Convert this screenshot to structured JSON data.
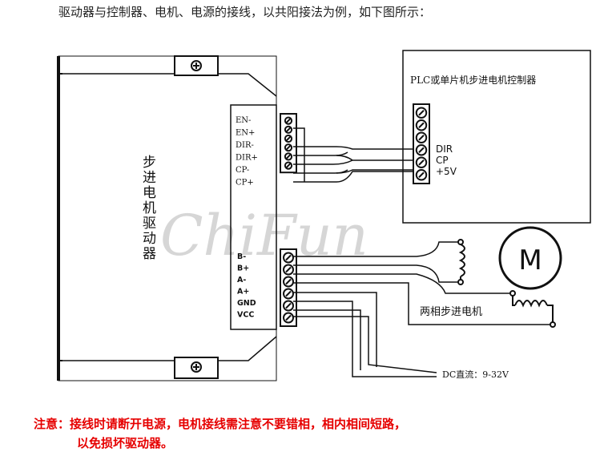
{
  "intro_text": "驱动器与控制器、电机、电源的接线，以共阳接法为例，如下图所示：",
  "driver": {
    "title_chars": [
      "步",
      "进",
      "电",
      "机",
      "驱",
      "动",
      "器"
    ],
    "signal_pins": [
      "EN-",
      "EN+",
      "DIR-",
      "DIR+",
      "CP-",
      "CP+"
    ],
    "power_pins": [
      "B-",
      "B+",
      "A-",
      "A+",
      "GND",
      "VCC"
    ]
  },
  "controller": {
    "title": "PLC或单片机步进电机控制器",
    "pins": [
      "DIR",
      "CP",
      "+5V"
    ]
  },
  "motor": {
    "symbol": "M",
    "label": "两相步进电机"
  },
  "power_supply_label": "DC直流：9-32V",
  "watermark": "ChiFun",
  "note": {
    "line1": "注意：接线时请断开电源，电机接线需注意不要错相，相内相间短路，",
    "line2": "以免损坏驱动器。"
  },
  "colors": {
    "note": "#e60000",
    "line": "#111111",
    "watermark": "#d6d6d6"
  },
  "icons": [
    "mounting-screw-icon",
    "terminal-screw-icon",
    "motor-coil-icon"
  ]
}
